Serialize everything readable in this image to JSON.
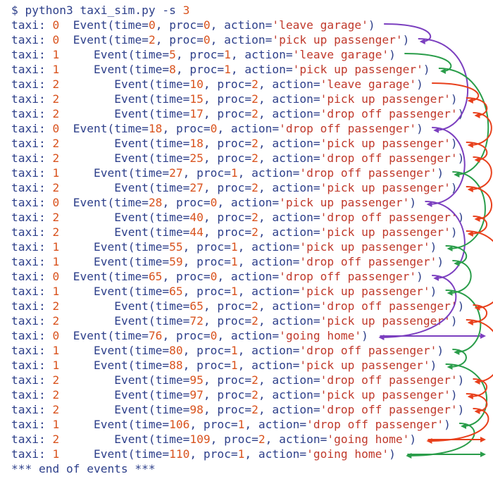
{
  "prompt": {
    "symbol": "$",
    "command": "python3 taxi_sim.py",
    "option": "-s",
    "option_value": "3"
  },
  "events": [
    {
      "taxi": "0",
      "time": "0",
      "proc": "0",
      "action": "leave garage"
    },
    {
      "taxi": "0",
      "time": "2",
      "proc": "0",
      "action": "pick up passenger"
    },
    {
      "taxi": "1",
      "time": "5",
      "proc": "1",
      "action": "leave garage"
    },
    {
      "taxi": "1",
      "time": "8",
      "proc": "1",
      "action": "pick up passenger"
    },
    {
      "taxi": "2",
      "time": "10",
      "proc": "2",
      "action": "leave garage"
    },
    {
      "taxi": "2",
      "time": "15",
      "proc": "2",
      "action": "pick up passenger"
    },
    {
      "taxi": "2",
      "time": "17",
      "proc": "2",
      "action": "drop off passenger"
    },
    {
      "taxi": "0",
      "time": "18",
      "proc": "0",
      "action": "drop off passenger"
    },
    {
      "taxi": "2",
      "time": "18",
      "proc": "2",
      "action": "pick up passenger"
    },
    {
      "taxi": "2",
      "time": "25",
      "proc": "2",
      "action": "drop off passenger"
    },
    {
      "taxi": "1",
      "time": "27",
      "proc": "1",
      "action": "drop off passenger"
    },
    {
      "taxi": "2",
      "time": "27",
      "proc": "2",
      "action": "pick up passenger"
    },
    {
      "taxi": "0",
      "time": "28",
      "proc": "0",
      "action": "pick up passenger"
    },
    {
      "taxi": "2",
      "time": "40",
      "proc": "2",
      "action": "drop off passenger"
    },
    {
      "taxi": "2",
      "time": "44",
      "proc": "2",
      "action": "pick up passenger"
    },
    {
      "taxi": "1",
      "time": "55",
      "proc": "1",
      "action": "pick up passenger"
    },
    {
      "taxi": "1",
      "time": "59",
      "proc": "1",
      "action": "drop off passenger"
    },
    {
      "taxi": "0",
      "time": "65",
      "proc": "0",
      "action": "drop off passenger"
    },
    {
      "taxi": "1",
      "time": "65",
      "proc": "1",
      "action": "pick up passenger"
    },
    {
      "taxi": "2",
      "time": "65",
      "proc": "2",
      "action": "drop off passenger"
    },
    {
      "taxi": "2",
      "time": "72",
      "proc": "2",
      "action": "pick up passenger"
    },
    {
      "taxi": "0",
      "time": "76",
      "proc": "0",
      "action": "going home"
    },
    {
      "taxi": "1",
      "time": "80",
      "proc": "1",
      "action": "drop off passenger"
    },
    {
      "taxi": "1",
      "time": "88",
      "proc": "1",
      "action": "pick up passenger"
    },
    {
      "taxi": "2",
      "time": "95",
      "proc": "2",
      "action": "drop off passenger"
    },
    {
      "taxi": "2",
      "time": "97",
      "proc": "2",
      "action": "pick up passenger"
    },
    {
      "taxi": "2",
      "time": "98",
      "proc": "2",
      "action": "drop off passenger"
    },
    {
      "taxi": "1",
      "time": "106",
      "proc": "1",
      "action": "drop off passenger"
    },
    {
      "taxi": "2",
      "time": "109",
      "proc": "2",
      "action": "going home"
    },
    {
      "taxi": "1",
      "time": "110",
      "proc": "1",
      "action": "going home"
    }
  ],
  "end_text": "*** end of events ***",
  "colors": {
    "taxi_0": "#7b3fbf",
    "taxi_1": "#2a9d4a",
    "taxi_2": "#e8401c"
  }
}
